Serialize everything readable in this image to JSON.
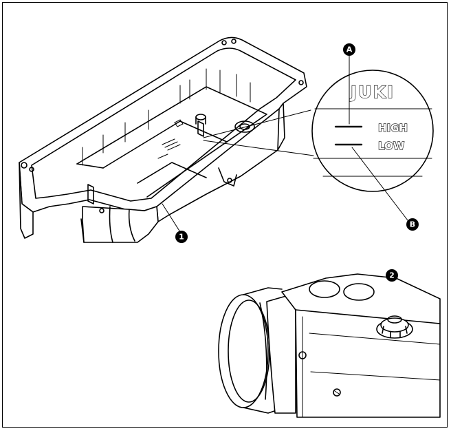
{
  "figure": {
    "callouts": {
      "oil_pan": "1",
      "oil_cap": "2",
      "high_mark": "A",
      "low_mark": "B"
    },
    "gauge": {
      "brand": "JUKI",
      "high_label": "HIGH",
      "low_label": "LOW"
    }
  }
}
